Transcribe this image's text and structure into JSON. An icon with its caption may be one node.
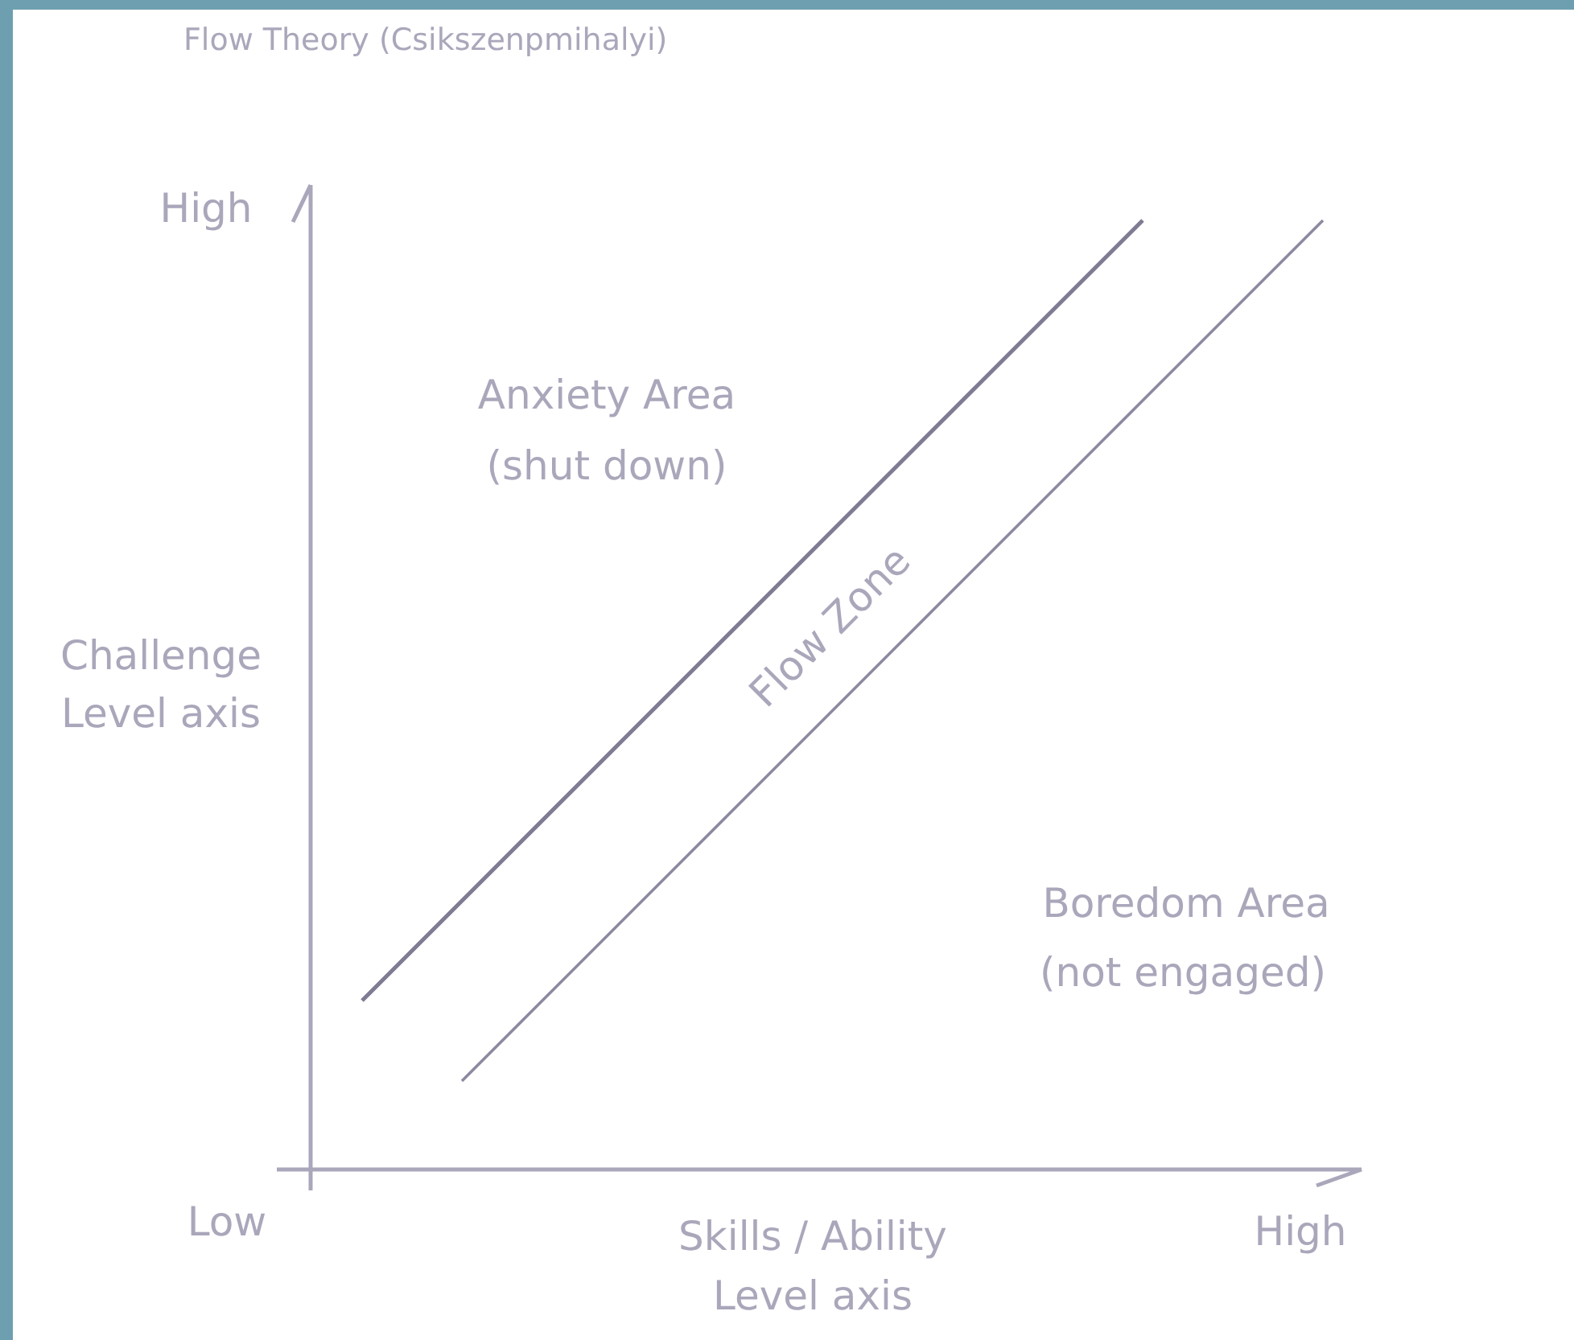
{
  "diagram": {
    "title": "Flow Theory (Csikszenpmihalyi)",
    "labels": [
      "High",
      "Anxiety Area",
      "(shut down)",
      "Challenge Level axis",
      "Flow Zone",
      "Boredom Area",
      "(not engaged)",
      "Low",
      "Skills / Ability",
      "Level axis",
      "High"
    ]
  }
}
